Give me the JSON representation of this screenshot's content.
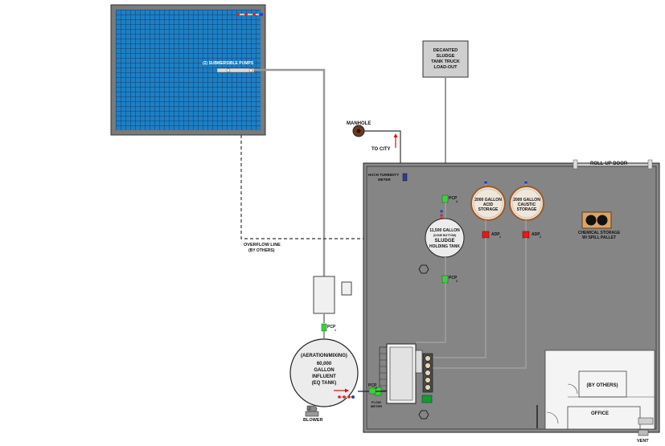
{
  "pond": {
    "label": "(2) SUBMERSIBLE PUMPS"
  },
  "decant_box": {
    "lines": [
      "DECANTED",
      "SLUDGE",
      "TANK TRUCK",
      "LOAD-OUT"
    ]
  },
  "manhole": {
    "label": "MANHOLE"
  },
  "to_city": {
    "label": "TO CITY"
  },
  "roll_up_door": {
    "label": "ROLL-UP DOOR"
  },
  "turbidity": {
    "lines": [
      "HACH TURBIDITY",
      "METER"
    ]
  },
  "pcp4": {
    "label": "PCP",
    "sub": "4"
  },
  "pcp3": {
    "label": "PCP",
    "sub": "3"
  },
  "pcp1": {
    "label": "PCP",
    "sub": "1"
  },
  "pcp2": {
    "label": "PCP",
    "sub": "2"
  },
  "acid_tank": {
    "lines": [
      "2000 GALLON",
      "ACID",
      "STORAGE"
    ]
  },
  "caustic_tank": {
    "lines": [
      "2000 GALLON",
      "CAUSTIC",
      "STORAGE"
    ]
  },
  "adp1": {
    "label": "ADP",
    "sub": "1"
  },
  "adp2": {
    "label": "ADP",
    "sub": "2"
  },
  "sludge_tank": {
    "lines": [
      "11,500 GALLON",
      "(CONE BOTTOM)",
      "SLUDGE",
      "HOLDING TANK"
    ]
  },
  "chem_storage": {
    "lines": [
      "CHEMICAL STORAGE",
      "W/ SPILL PALLET"
    ]
  },
  "overflow": {
    "lines": [
      "OVERFLOW LINE",
      "(BY OTHERS)"
    ]
  },
  "eq_tank": {
    "lines": [
      "(AERATION/MIXING)",
      "60,000",
      "GALLON",
      "INFLUENT",
      "(EQ TANK)"
    ]
  },
  "blower": {
    "label": "BLOWER"
  },
  "flow_meter": {
    "lines": [
      "FLOW",
      "METER"
    ]
  },
  "by_others": {
    "label": "(BY OTHERS)"
  },
  "office": {
    "label": "OFFICE"
  },
  "vent": {
    "label": "VENT"
  }
}
